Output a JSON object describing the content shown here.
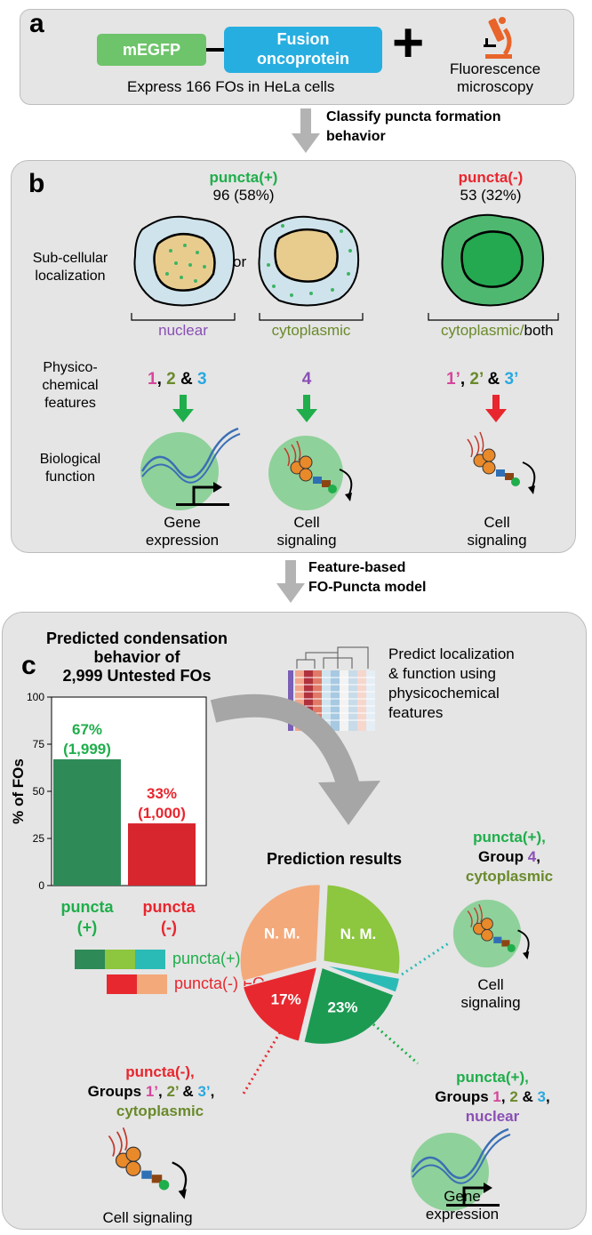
{
  "panel_a": {
    "label": "a",
    "mEGFP": "mEGFP",
    "fusion": [
      "Fusion",
      "oncoprotein"
    ],
    "plus": "+",
    "microscopy": [
      "Fluorescence",
      "microscopy"
    ],
    "express": "Express 166 FOs in HeLa cells",
    "arrow_text": [
      "Classify puncta formation",
      "behavior"
    ],
    "microscope_icon": "microscope-icon"
  },
  "panel_b": {
    "label": "b",
    "pos_title": "puncta(+)",
    "pos_count": "96 (58%)",
    "neg_title": "puncta(-)",
    "neg_count": "53 (32%)",
    "row_subcellular": [
      "Sub-cellular",
      "localization"
    ],
    "or": "or",
    "nuclear": "nuclear",
    "cytoplasmic": "cytoplasmic",
    "cyto_both_1": "cytoplasmic/",
    "cyto_both_2": "both",
    "row_physico": [
      "Physico-",
      "chemical",
      "features"
    ],
    "f1": "1",
    "comma1": ",",
    "f2": "2",
    "amp1": "&",
    "f3": "3",
    "f4": "4",
    "f1p": "1’",
    "comma2": ",",
    "f2p": "2’",
    "amp2": "&",
    "f3p": "3’",
    "row_bio": [
      "Biological",
      "function"
    ],
    "gene_expression": [
      "Gene",
      "expression"
    ],
    "cell_signaling": [
      "Cell",
      "signaling"
    ],
    "colors": {
      "pink": "#d6469b",
      "olive": "#6a8a2b",
      "blue": "#2aa8e0",
      "purple": "#8a4fb4",
      "green": "#1fae4b",
      "red": "#e8262e"
    }
  },
  "arrow2_text": [
    "Feature-based",
    "FO-Puncta model"
  ],
  "panel_c": {
    "label": "c",
    "pred_title": [
      "Predicted condensation",
      "behavior of",
      "2,999 Untested FOs"
    ],
    "heatmap_text": [
      "Predict localization",
      "& function using",
      "physicochemical",
      "features"
    ],
    "pred_results": "Prediction results",
    "legend_pos": "puncta(+) FOs",
    "legend_neg": "puncta(-) FOs",
    "group4": {
      "l1": "puncta(+),",
      "l2a": "Group ",
      "l2b": "4",
      "l2c": ",",
      "l3": "cytoplasmic"
    },
    "group_pos": {
      "l1": "puncta(+),",
      "l2a": "Groups ",
      "g1": "1",
      "c1": ", ",
      "g2": "2",
      "amp": " & ",
      "g3": "3",
      "c2": ",",
      "l3": "nuclear"
    },
    "group_neg": {
      "l1": "puncta(-),",
      "l2a": "Groups ",
      "g1": "1’",
      "c1": ", ",
      "g2": "2’",
      "amp": " & ",
      "g3": "3’",
      "c2": ",",
      "l3": "cytoplasmic"
    },
    "cell_signaling_1": [
      "Cell",
      "signaling"
    ],
    "cell_signaling_2": "Cell signaling",
    "gene_expression": [
      "Gene",
      "expression"
    ]
  },
  "chart_data": [
    {
      "type": "bar",
      "categories": [
        "puncta (+)",
        "puncta (-)"
      ],
      "category_lines": [
        [
          "puncta",
          "(+)"
        ],
        [
          "puncta",
          "(-)"
        ]
      ],
      "values": [
        67,
        33
      ],
      "labels": [
        [
          "67%",
          "(1,999)"
        ],
        [
          "33%",
          "(1,000)"
        ]
      ],
      "colors": [
        "#2e8b57",
        "#d7262e"
      ],
      "ylabel": "% of FOs",
      "yticks": [
        "0",
        "25",
        "50",
        "75",
        "100"
      ],
      "ylim": [
        0,
        100
      ]
    },
    {
      "type": "pie",
      "title": "Prediction results",
      "slices": [
        {
          "label": "N. M.",
          "value": 27,
          "color": "#8dc63f"
        },
        {
          "label": "",
          "value": 3,
          "color": "#2bbbb6"
        },
        {
          "label": "23%",
          "value": 23,
          "color": "#1c9a52"
        },
        {
          "label": "17%",
          "value": 17,
          "color": "#e8282f"
        },
        {
          "label": "N. M.",
          "value": 30,
          "color": "#f4a97a"
        }
      ]
    }
  ]
}
